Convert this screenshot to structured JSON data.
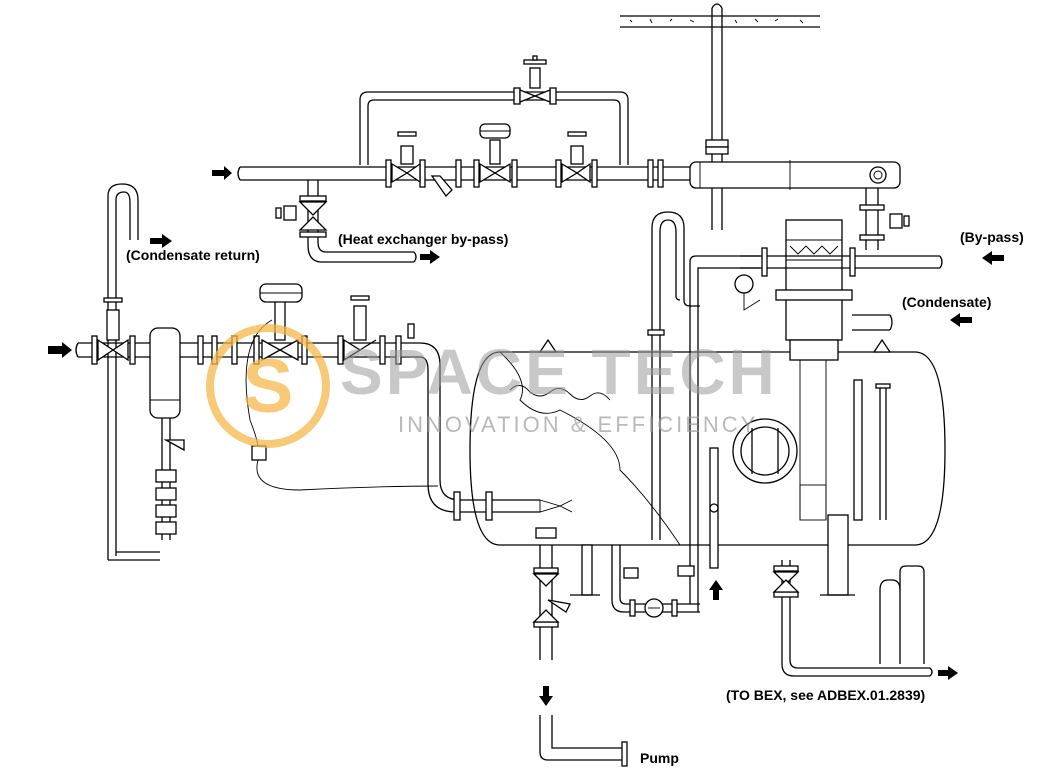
{
  "labels": {
    "condensate_return": "(Condensate return)",
    "heat_exchanger_bypass": "(Heat exchanger by-pass)",
    "bypass": "(By-pass)",
    "condensate": "(Condensate)",
    "to_bex": "(TO BEX, see ADBEX.01.2839)",
    "pump": "Pump"
  },
  "watermark": {
    "name": "SPACE TECH",
    "tagline": "INNOVATION & EFFICIENCY",
    "logo_letter": "S"
  },
  "colors": {
    "line": "#000000",
    "watermark_gray": "#9b9b9b",
    "watermark_orange": "#f6b74a"
  }
}
